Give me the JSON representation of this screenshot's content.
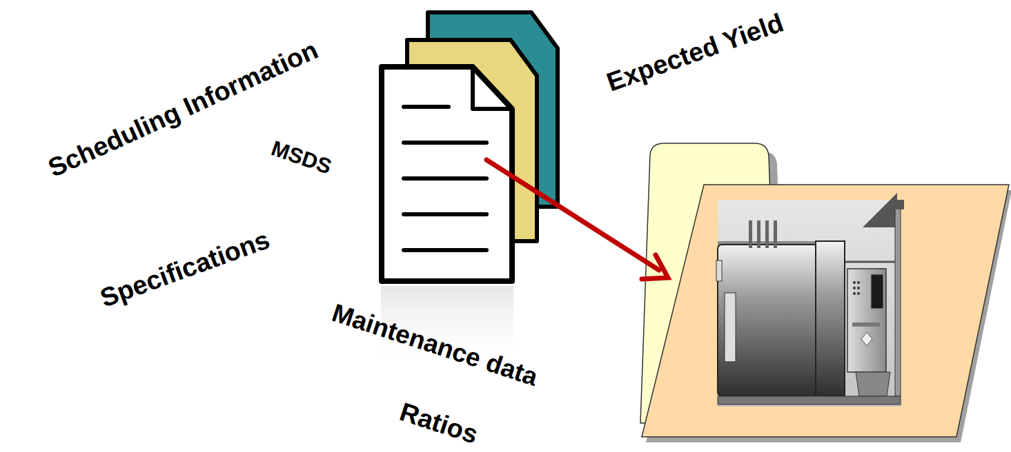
{
  "diagram": {
    "labels": [
      "Scheduling Information",
      "MSDS",
      "Expected Yield",
      "Specifications",
      "Maintenance data",
      "Ratios"
    ]
  }
}
